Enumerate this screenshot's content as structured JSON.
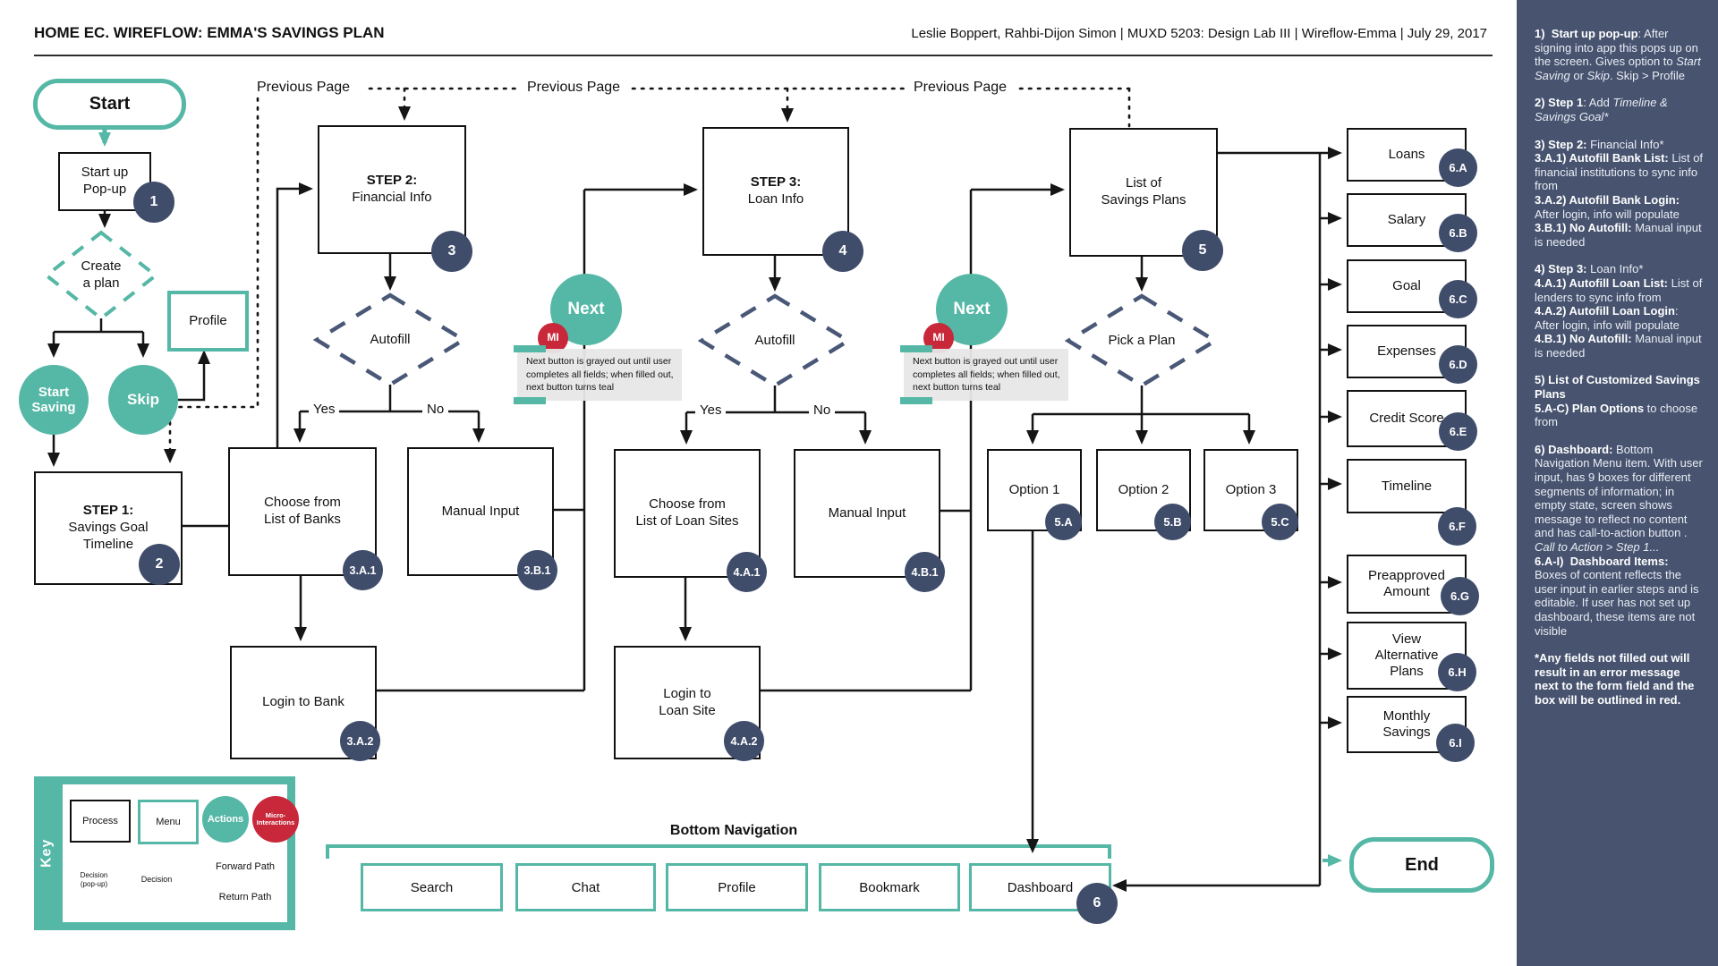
{
  "header": {
    "title": "HOME EC. WIREFLOW: EMMA'S SAVINGS PLAN",
    "credits": "Leslie Boppert, Rahbi-Dijon Simon | MUXD 5203: Design Lab III | Wireflow-Emma | July 29, 2017"
  },
  "colors": {
    "teal": "#55b7a5",
    "red": "#c8283a",
    "slate_badge": "#3f4d6b",
    "sidebar_bg": "#47536f",
    "note_bg": "#e7e7e7"
  },
  "labels": {
    "previous_page": "Previous Page",
    "yes": "Yes",
    "no": "No",
    "bottom_navigation": "Bottom Navigation",
    "next": "Next",
    "mi": "MI",
    "mi_note": "Next button is grayed out until user completes all fields; when filled out, next button turns teal"
  },
  "nodes": {
    "start": "Start",
    "startup_1": "Start up",
    "startup_2": "Pop-up",
    "create_plan_1": "Create",
    "create_plan_2": "a plan",
    "profile": "Profile",
    "start_saving_1": "Start",
    "start_saving_2": "Saving",
    "skip": "Skip",
    "step1_title": "STEP 1:",
    "step1_line1": "Savings Goal",
    "step1_line2": "Timeline",
    "step2_title": "STEP 2:",
    "step2_line": "Financial Info",
    "step3_title": "STEP 3:",
    "step3_line": "Loan Info",
    "autofill": "Autofill",
    "choose_banks_1": "Choose from",
    "choose_banks_2": "List of Banks",
    "manual_input": "Manual Input",
    "login_bank": "Login to Bank",
    "choose_loans_1": "Choose from",
    "choose_loans_2": "List of Loan Sites",
    "login_loan_1": "Login to",
    "login_loan_2": "Loan Site",
    "savings_plans_1": "List of",
    "savings_plans_2": "Savings Plans",
    "pick_plan": "Pick a Plan",
    "option1": "Option 1",
    "option2": "Option 2",
    "option3": "Option 3",
    "end": "End"
  },
  "badges": {
    "n1": "1",
    "n2": "2",
    "n3": "3",
    "n4": "4",
    "n5": "5",
    "n6": "6",
    "a31": "3.A.1",
    "b31": "3.B.1",
    "a32": "3.A.2",
    "a41": "4.A.1",
    "b41": "4.B.1",
    "a42": "4.A.2",
    "p5a": "5.A",
    "p5b": "5.B",
    "p5c": "5.C"
  },
  "dashboard_items": [
    {
      "label": "Loans",
      "badge": "6.A"
    },
    {
      "label": "Salary",
      "badge": "6.B"
    },
    {
      "label": "Goal",
      "badge": "6.C"
    },
    {
      "label": "Expenses",
      "badge": "6.D"
    },
    {
      "label": "Credit Score",
      "badge": "6.E"
    },
    {
      "label": "Timeline",
      "badge": "6.F"
    },
    {
      "label": "Preapproved Amount",
      "badge": "6.G"
    },
    {
      "label": "View Alternative Plans",
      "badge": "6.H"
    },
    {
      "label": "Monthly Savings",
      "badge": "6.I"
    }
  ],
  "nav": {
    "title": "Bottom Navigation",
    "items": [
      "Search",
      "Chat",
      "Profile",
      "Bookmark",
      "Dashboard"
    ]
  },
  "key": {
    "title": "Key",
    "process": "Process",
    "menu": "Menu",
    "actions": "Actions",
    "micro_1": "Micro-",
    "micro_2": "Interactions",
    "decision_popup_1": "Decision",
    "decision_popup_2": "(pop-up)",
    "decision": "Decision",
    "forward_path": "Forward Path",
    "return_path": "Return Path"
  },
  "sidebar": {
    "notes": [
      [
        {
          "t": "1)  Start up pop-up",
          "b": true
        },
        {
          "t": ": After signing into app this pops up on the screen. Gives option to "
        },
        {
          "t": "Start Saving",
          "i": true
        },
        {
          "t": " or "
        },
        {
          "t": "Skip",
          "i": true
        },
        {
          "t": ". Skip > Profile"
        }
      ],
      [
        {
          "t": "2) Step 1",
          "b": true
        },
        {
          "t": ": Add "
        },
        {
          "t": "Timeline & Savings Goal*",
          "i": true
        }
      ],
      [
        {
          "t": "3) Step 2:",
          "b": true
        },
        {
          "t": " Financial Info*\n"
        },
        {
          "t": "3.A.1) Autofill Bank List:",
          "b": true
        },
        {
          "t": " List of financial institutions to sync info from\n"
        },
        {
          "t": "3.A.2) Autofill Bank Login:",
          "b": true
        },
        {
          "t": " After login, info will populate\n"
        },
        {
          "t": "3.B.1) No Autofill:",
          "b": true
        },
        {
          "t": " Manual input is needed"
        }
      ],
      [
        {
          "t": "4) Step 3:",
          "b": true
        },
        {
          "t": " Loan Info*\n"
        },
        {
          "t": "4.A.1) Autofill Loan List:",
          "b": true
        },
        {
          "t": " List of lenders to sync info from\n"
        },
        {
          "t": "4.A.2) Autofill Loan Login",
          "b": true
        },
        {
          "t": ": After login, info will populate\n"
        },
        {
          "t": "4.B.1) No Autofill:",
          "b": true
        },
        {
          "t": " Manual input is needed"
        }
      ],
      [
        {
          "t": "5) List of Customized Savings Plans\n",
          "b": true
        },
        {
          "t": "5.A-C) Plan Options",
          "b": true
        },
        {
          "t": " to choose from"
        }
      ],
      [
        {
          "t": "6) Dashboard:",
          "b": true
        },
        {
          "t": " Bottom Navigation Menu item. With user input, has 9 boxes for different segments of information; in empty state, screen shows message to reflect no content and has call-to-action button . "
        },
        {
          "t": "Call to Action > Step 1...",
          "i": true
        },
        {
          "t": "\n"
        },
        {
          "t": "6.A-I)  Dashboard Items:",
          "b": true
        },
        {
          "t": " Boxes of content reflects the user input in earlier steps and is editable. If user has not set up dashboard, these items are not visible"
        }
      ],
      [
        {
          "t": "*Any fields not filled out will result in an error message next to the form field and the box will be outlined in red.",
          "b": true
        }
      ]
    ]
  }
}
